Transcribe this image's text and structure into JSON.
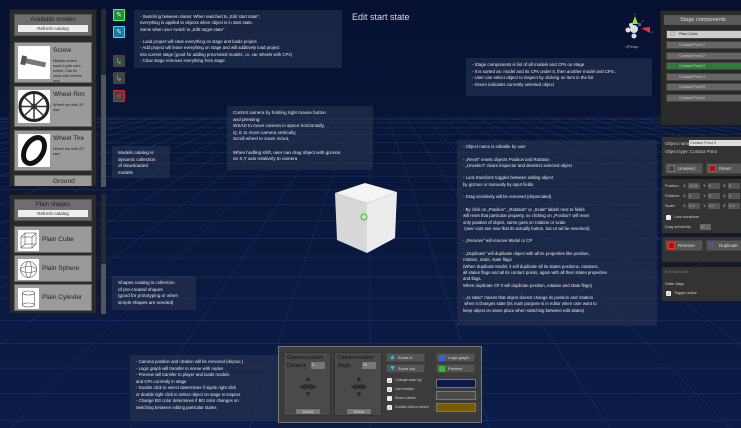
{
  "title": "Edit start state",
  "gizmo": {
    "label": "Persp",
    "axes": [
      "y",
      "z",
      "x"
    ]
  },
  "models_catalog": {
    "header": "Available models",
    "refresh": "Refresh catalog",
    "items": [
      {
        "name": "Screw",
        "desc": "Metallic screw used to join cars wheel. Can be used with wheels only."
      },
      {
        "name": "Wheel Rim",
        "desc": "Wheel rim with 20\" size"
      },
      {
        "name": "Wheel Tire",
        "desc": "Wheel tire with 20\" size"
      },
      {
        "name": "Ground",
        "desc": ""
      }
    ]
  },
  "shapes_catalog": {
    "header": "Plain shapes",
    "refresh": "Refresh catalog",
    "items": [
      {
        "name": "Plain Cube"
      },
      {
        "name": "Plain Sphere"
      },
      {
        "name": "Plain Cylinder"
      }
    ]
  },
  "tool_icons": [
    "edit-start-state",
    "edit-target-state",
    "load-project",
    "add-project",
    "clear-stage"
  ],
  "notes": {
    "top": "- Switching between states: When switched to „Edit start state\",\neverything is applied to objects when object is in start state.\nSame when user switch to „Edit target state\"\n\n- Load project will clear everything on stage and loads project.\n- Add project will leave everything on stage and will additively load project\ninto current stage (good for adding precreated models, i.e. car wheels with CPs)\n- Clear stage removes everything from stage",
    "camera": "Control camera by holding right mouse button\nand pressing:\nWSAD to move camera in space horizontally,\nQ, E to move camera vertically,\nScroll wheel to zoom in/out,\n\nWhen hodling shift, user can drag object with gizmos\non X,Y axis relatively to camera",
    "models": "Models catalog is\ndynamic collection\nof downloaded\nmodels",
    "shapes": "Shapes catalog is collection\nof pre-created shapes\n(good for prototyping or when\nsimple shapes are needed)",
    "stage": "- Stage components is list of all models and CPs on stage\n- It is sorted as: model and its CPs under it, then another model and CPS..\n- User can select object to inspect by clicking on item in the list\n- Green indicates currently selected object",
    "inspector": "- Object name is editable by user\n\n- „Reset\" resets objects Position and Rotation\n- „Unselect\" clears inspector and deselect selected object\n\n- Lock transform toggles between editing object\nby gizmos or manually by input fields\n\n- Drag sensitivity will be removed (deprecated)\n\n- By click on „Position\", „Rotation\" or „Scale\" labels next to fields\nwill reset that particular property, so clicking on „Position\" will reset\nonly position of object, same goes on rotation or scale\n (user cant see now that its actually button, but UI wil be reworked)\n\n- „Remove\" will remove Model or CP\n\n- „Duplicate\" will duplicate object with all its properties like position,\nrotation, scale, state flags\n(When duplicate Model, it will duplicate all its states positions, rotations,\nall states flags and all its contact points, again with all their states properties\nand flags.\nWhen duplicate CP it will duplicate position, rotation and state flags)\n\n- „Is static\" means that object doesnt change its position and rotation\n when it changes state (its main purpose is in editor when user want to\nkeep object on same place when switching between edit states)",
    "toolbar": "- Camera position and rotation will be removed (deprac.)\n- Logic graph will transfer to scene with nodes\n- Preview will transfer to player and loads models\nand CPs currently in stage\n- Double click to select determines if signle right click\nor double right click to select object on stage to inspect\n- Change BG color determines if BG color changes on\nswitching between editing particular states"
  },
  "stage_components": {
    "header": "Stage components",
    "items": [
      {
        "name": "Plain Cube",
        "type": "model",
        "selected": false
      },
      {
        "name": "Contact Point 1",
        "type": "cp",
        "selected": false
      },
      {
        "name": "Contact Point 2",
        "type": "cp",
        "selected": false
      },
      {
        "name": "Contact Point 3",
        "type": "cp",
        "selected": true
      },
      {
        "name": "Contact Point 4",
        "type": "cp",
        "selected": false
      },
      {
        "name": "Contact Point 5",
        "type": "cp",
        "selected": false
      },
      {
        "name": "Contact Point 6",
        "type": "cp",
        "selected": false
      }
    ]
  },
  "inspector": {
    "name_label": "Object name:",
    "name_value": "Contact Point 3",
    "type_label": "Object type:",
    "type_value": "Contact Point",
    "unselect": "Unselect",
    "reset": "Reset",
    "position_label": "Position:",
    "rotation_label": "Rotation:",
    "scale_label": "Scale:",
    "position": {
      "x": "-0.11",
      "y": "0",
      "z": "0"
    },
    "rotation": {
      "x": "0",
      "y": "0",
      "z": "0"
    },
    "scale": {
      "x": "0.1",
      "y": "0.1",
      "z": "0.1"
    },
    "lock_transform": "Lock transform",
    "lock_checked": false,
    "drag_label": "Drag sensitivity",
    "drag_value": "1",
    "remove": "Remove",
    "duplicate": "Duplicate",
    "state_title": "Edit start state",
    "state_flags": "State flags",
    "trigger": "Trigger active",
    "trigger_checked": true
  },
  "toolbar": {
    "cam_pos": "Camera position",
    "distance_label": "Distance",
    "distance": "5",
    "cam_rot": "Camera rotation",
    "angle_label": "Angle",
    "angle": "45",
    "reset": "Reset",
    "zoom_in": "Zoom in",
    "zoom_out": "Zoom out",
    "logic_graph": "Logic graph",
    "preview": "Preview",
    "checks": [
      {
        "label": "Change state bg",
        "checked": true
      },
      {
        "label": "Use tooltips",
        "checked": true
      },
      {
        "label": "Show Labels",
        "checked": false
      },
      {
        "label": "Double click to select",
        "checked": true
      }
    ],
    "colors": [
      "#0b1a4a",
      "#4a4a4a",
      "#7a5a00"
    ]
  }
}
